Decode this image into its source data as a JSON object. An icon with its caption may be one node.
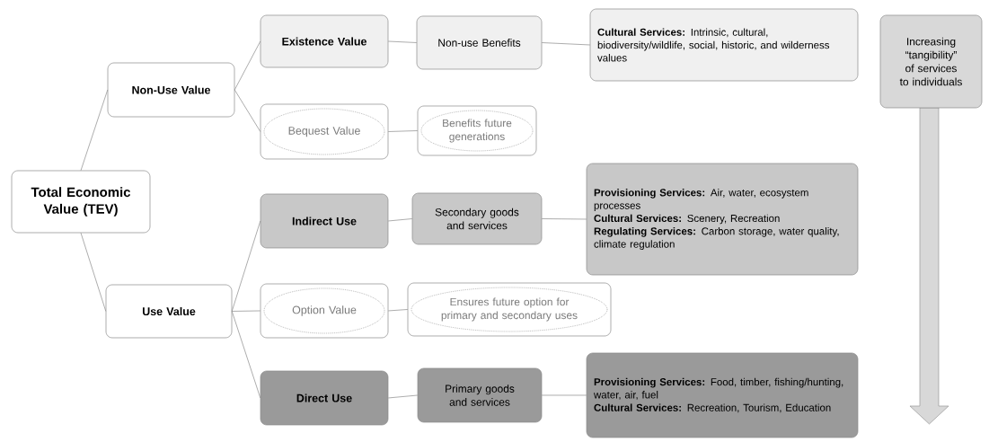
{
  "diagram": {
    "nodes": [
      {
        "text": [
          "Total Economic Value (TEV)"
        ]
      },
      {
        "text": [
          "Non-Use Value"
        ]
      },
      {
        "text": [
          "Use Value"
        ]
      },
      {
        "text": [
          "Existence Value"
        ]
      },
      {
        "text": [
          "Bequest Value"
        ]
      },
      {
        "text": [
          "Indirect Use"
        ]
      },
      {
        "text": [
          "Option Value"
        ]
      },
      {
        "text": [
          "Direct Use"
        ]
      },
      {
        "text": [
          "Non-use Benefits"
        ]
      },
      {
        "text": [
          "Benefits future generations"
        ]
      },
      {
        "text": [
          "Secondary goods and services"
        ]
      },
      {
        "text": [
          "Ensures future option for primary and secondary uses"
        ]
      },
      {
        "text": [
          "Primary goods and services"
        ]
      },
      {
        "text": [
          "**Cultural Services:** Intrinsic, cultural, biodiversity/wildlife, social, historic, and wilderness values"
        ]
      },
      {
        "text": [
          "**Provisioning Services:** Air, water, ecosystem processes",
          "**Cultural Services:** Scenery, Recreation",
          "**Regulating Services:** Carbon storage, water quality, climate regulation"
        ]
      },
      {
        "text": [
          "**Provisioning Services:** Food, timber, fishing/hunting, water, air, fuel",
          "**Cultural Services:** Recreation, Tourism, Education"
        ]
      },
      {
        "text": [
          "Increasing “tangibility” of services to individuals"
        ]
      }
    ],
    "edges": [
      {
        "from": 0,
        "to": 1,
        "arrow": "none"
      },
      {
        "from": 0,
        "to": 2,
        "arrow": "none"
      },
      {
        "from": 1,
        "to": 3,
        "arrow": "none"
      },
      {
        "from": 1,
        "to": 4,
        "arrow": "none"
      },
      {
        "from": 2,
        "to": 5,
        "arrow": "none"
      },
      {
        "from": 2,
        "to": 6,
        "arrow": "none"
      },
      {
        "from": 2,
        "to": 7,
        "arrow": "none"
      },
      {
        "from": 3,
        "to": 8,
        "arrow": "none"
      },
      {
        "from": 4,
        "to": 9,
        "arrow": "none"
      },
      {
        "from": 5,
        "to": 10,
        "arrow": "none"
      },
      {
        "from": 6,
        "to": 11,
        "arrow": "none"
      },
      {
        "from": 7,
        "to": 12,
        "arrow": "none"
      },
      {
        "from": 8,
        "to": 13,
        "arrow": "none"
      },
      {
        "from": 10,
        "to": 14,
        "arrow": "none"
      },
      {
        "from": 12,
        "to": 15,
        "arrow": "none"
      }
    ]
  }
}
